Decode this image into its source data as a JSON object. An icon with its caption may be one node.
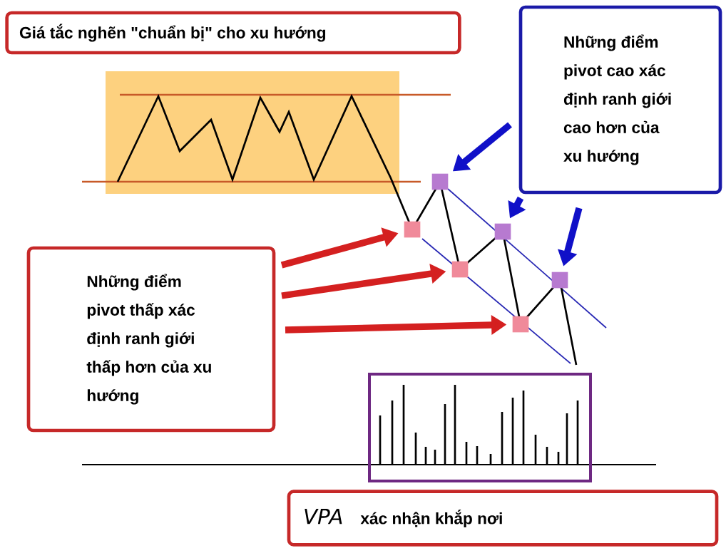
{
  "diagram": {
    "nodes": [
      {
        "text": [
          "Giá tắc nghẽn \"chuẩn bị\" cho xu hướng"
        ]
      },
      {
        "text": [
          "Những điểm pivot cao xác định ranh giới cao hơn của xu hướng"
        ]
      },
      {
        "text": [
          "Những điểm pivot thấp xác định ranh giới thấp hơn của xu hướng"
        ]
      },
      {
        "text": [
          "VPA",
          "xác nhận khắp nơi"
        ]
      },
      {
        "text": [],
        "shape": "box"
      },
      {
        "text": [],
        "shape": "box"
      },
      {
        "text": [],
        "shape": "box"
      },
      {
        "text": [],
        "shape": "box"
      },
      {
        "text": [],
        "shape": "box"
      },
      {
        "text": [],
        "shape": "box"
      }
    ],
    "edges": [
      {
        "from": 2,
        "to": 4,
        "arrow": "to",
        "color": "#d42020"
      },
      {
        "from": 2,
        "to": 5,
        "arrow": "to",
        "color": "#d42020"
      },
      {
        "from": 2,
        "to": 6,
        "arrow": "to",
        "color": "#d42020"
      },
      {
        "from": 1,
        "to": 7,
        "arrow": "to",
        "color": "#1010c8"
      },
      {
        "from": 1,
        "to": 8,
        "arrow": "to",
        "color": "#1010c8"
      },
      {
        "from": 1,
        "to": 9,
        "arrow": "to",
        "color": "#1010c8"
      }
    ]
  }
}
